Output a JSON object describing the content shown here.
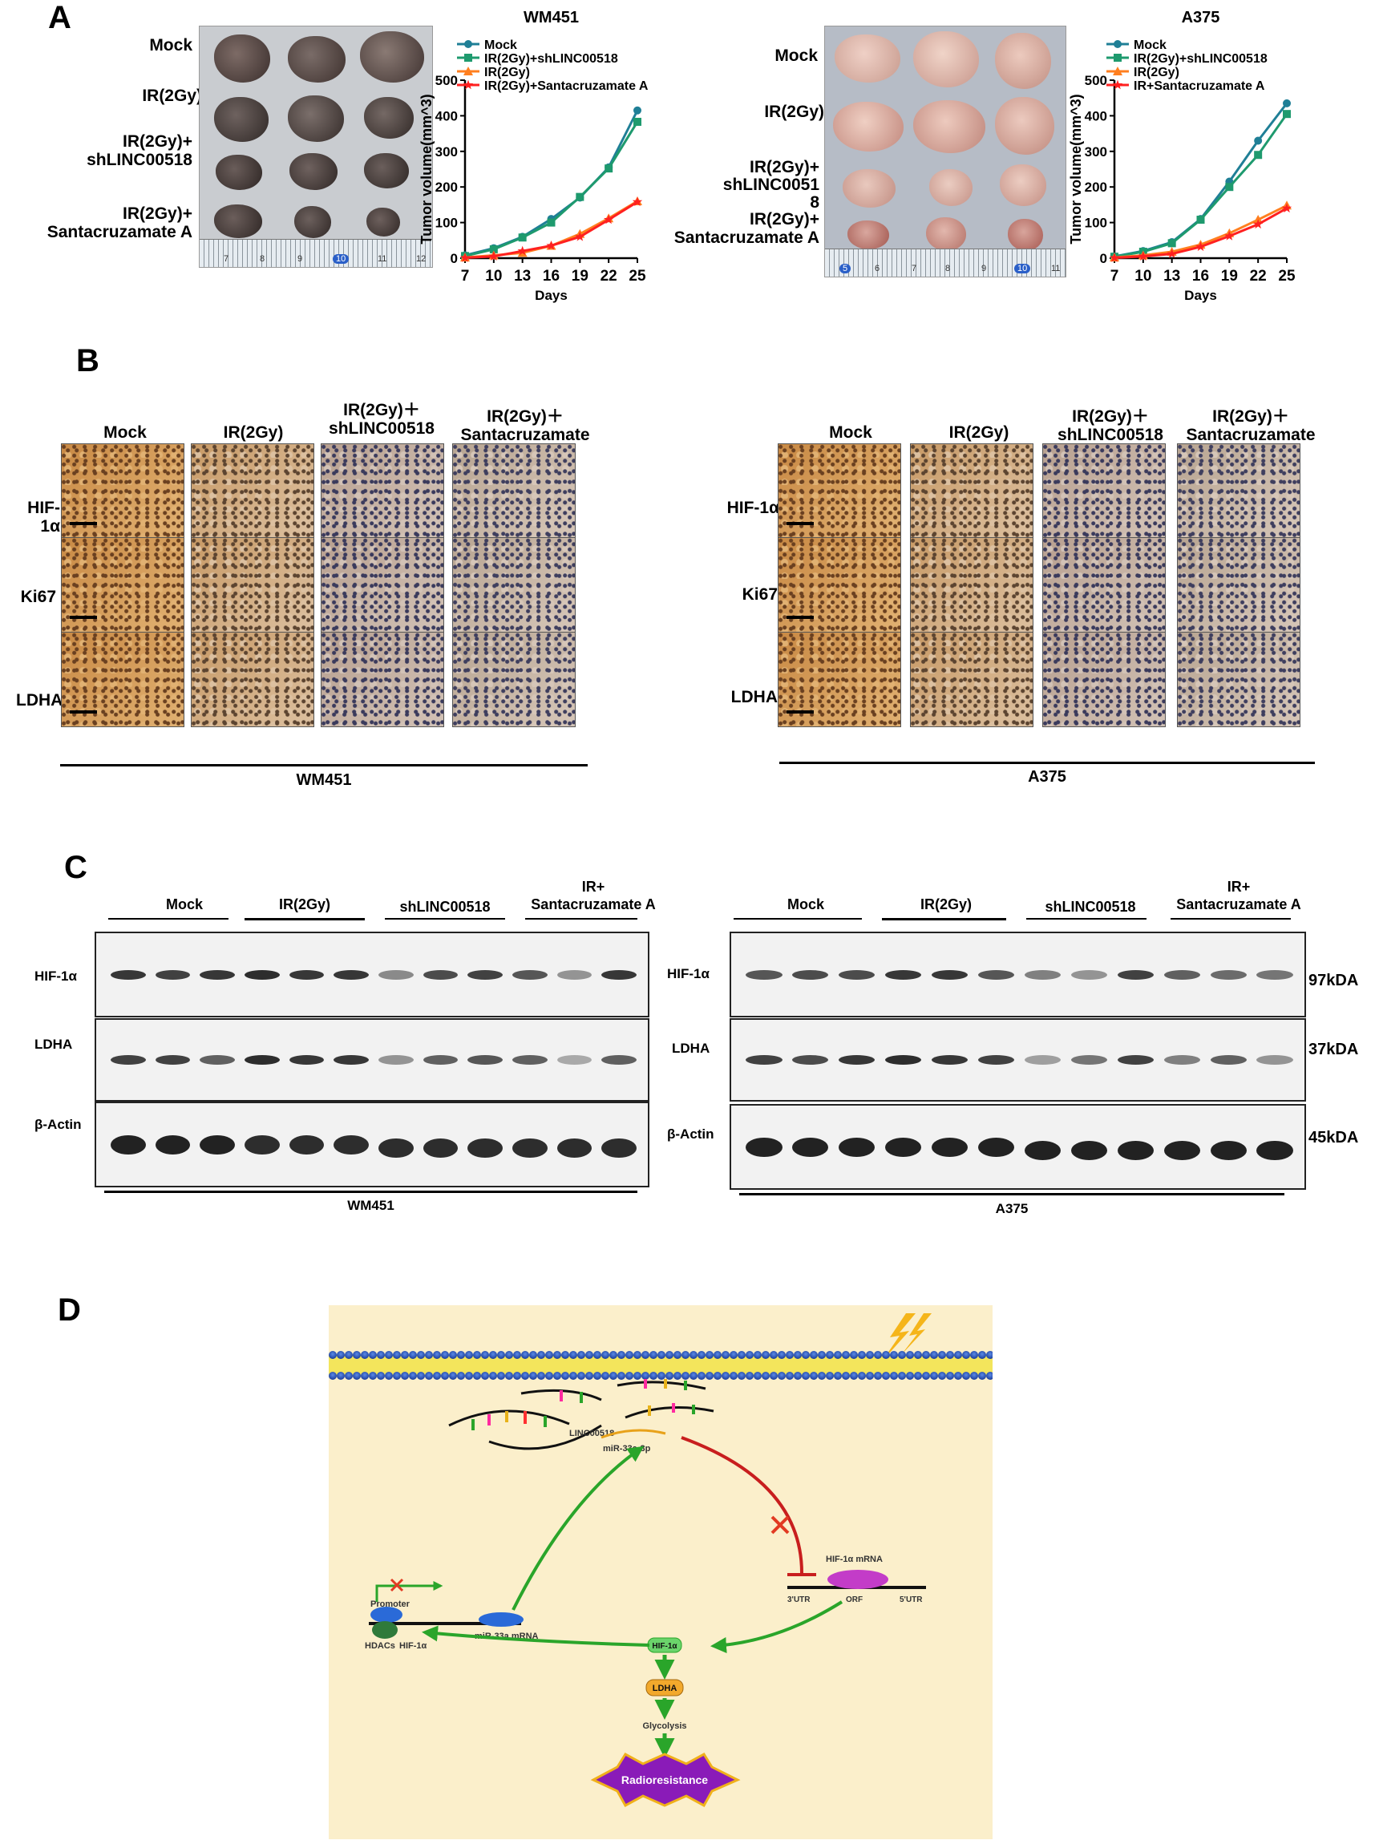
{
  "panels": {
    "a": "A",
    "b": "B",
    "c": "C",
    "d": "D"
  },
  "panel_a": {
    "wm451_rows": [
      "Mock",
      "IR(2Gy)",
      "IR(2Gy)+\nshLINC00518",
      "IR(2Gy)+\nSantacruzamate A"
    ],
    "a375_rows": [
      "Mock",
      "IR(2Gy)",
      "IR(2Gy)+\nshLINC0051\n8",
      "IR(2Gy)+\nSantacruzamate A"
    ],
    "wm451_ruler": [
      "7",
      "8",
      "9",
      "10",
      "11",
      "12"
    ],
    "a375_ruler": [
      "5",
      "6",
      "7",
      "8",
      "9",
      "10",
      "11"
    ]
  },
  "chart_data": [
    {
      "type": "line",
      "title": "WM451",
      "xlabel": "Days",
      "ylabel": "Tumor volume(mm^3)",
      "x": [
        7,
        10,
        13,
        16,
        19,
        22,
        25
      ],
      "xlim": [
        7,
        25
      ],
      "ylim": [
        0,
        500
      ],
      "yticks": [
        0,
        100,
        200,
        300,
        400,
        500
      ],
      "legend_position": "top-left",
      "series": [
        {
          "name": "Mock",
          "color": "#1f7f96",
          "marker": "circle",
          "values": [
            8,
            28,
            60,
            110,
            170,
            255,
            415
          ]
        },
        {
          "name": "IR(2Gy)+shLINC00518",
          "color": "#1e9a6e",
          "marker": "square",
          "values": [
            6,
            25,
            58,
            100,
            172,
            252,
            383
          ]
        },
        {
          "name": "IR(2Gy)",
          "color": "#ff7f1f",
          "marker": "triangle",
          "values": [
            2,
            8,
            15,
            35,
            68,
            112,
            160
          ]
        },
        {
          "name": "IR(2Gy)+Santacruzamate A",
          "color": "#ff2020",
          "marker": "star",
          "values": [
            1,
            5,
            20,
            35,
            60,
            108,
            158
          ]
        }
      ]
    },
    {
      "type": "line",
      "title": "A375",
      "xlabel": "Days",
      "ylabel": "Tumor volume(mm^3)",
      "x": [
        7,
        10,
        13,
        16,
        19,
        22,
        25
      ],
      "xlim": [
        7,
        25
      ],
      "ylim": [
        0,
        500
      ],
      "yticks": [
        0,
        100,
        200,
        300,
        400,
        500
      ],
      "legend_position": "top-left",
      "series": [
        {
          "name": "Mock",
          "color": "#1f7f96",
          "marker": "circle",
          "values": [
            5,
            20,
            45,
            110,
            215,
            330,
            435
          ]
        },
        {
          "name": "IR(2Gy)+shLINC00518",
          "color": "#1e9a6e",
          "marker": "square",
          "values": [
            4,
            18,
            42,
            108,
            200,
            290,
            405
          ]
        },
        {
          "name": "IR(2Gy)",
          "color": "#ff7f1f",
          "marker": "triangle",
          "values": [
            2,
            8,
            18,
            38,
            70,
            108,
            148
          ]
        },
        {
          "name": "IR+Santacruzamate A",
          "color": "#ff2020",
          "marker": "star",
          "values": [
            1,
            5,
            12,
            32,
            62,
            95,
            140
          ]
        }
      ]
    }
  ],
  "panel_b": {
    "columns": [
      "Mock",
      "IR(2Gy)",
      "IR(2Gy)＋\nshLINC00518",
      "IR(2Gy)＋\nSantacruzamate"
    ],
    "rows": [
      "HIF-1α",
      "Ki67",
      "LDHA"
    ],
    "left_cell_line": "WM451",
    "right_cell_line": "A375"
  },
  "panel_c": {
    "groups": [
      "Mock",
      "IR(2Gy)",
      "shLINC00518",
      "IR+\nSantacruzamate A"
    ],
    "proteins": [
      "HIF-1α",
      "LDHA",
      "β-Actin"
    ],
    "sizes": [
      "97kDA",
      "37kDA",
      "45kDA"
    ],
    "left_cell_line": "WM451",
    "right_cell_line": "A375",
    "band_intensity": {
      "wm451_hif": [
        0.9,
        0.85,
        0.9,
        0.95,
        0.9,
        0.9,
        0.5,
        0.8,
        0.85,
        0.75,
        0.45,
        0.9
      ],
      "wm451_ldha": [
        0.85,
        0.85,
        0.7,
        0.95,
        0.9,
        0.9,
        0.45,
        0.7,
        0.75,
        0.7,
        0.35,
        0.7
      ],
      "wm451_actin": [
        1,
        1,
        1,
        0.95,
        0.95,
        0.95,
        0.95,
        0.95,
        0.95,
        0.95,
        0.95,
        0.95
      ],
      "a375_hif": [
        0.75,
        0.8,
        0.8,
        0.9,
        0.9,
        0.75,
        0.55,
        0.45,
        0.85,
        0.7,
        0.65,
        0.6
      ],
      "a375_ldha": [
        0.85,
        0.8,
        0.9,
        0.95,
        0.9,
        0.85,
        0.4,
        0.6,
        0.85,
        0.55,
        0.7,
        0.45
      ],
      "a375_actin": [
        1,
        1,
        1,
        1,
        1,
        1,
        1,
        1,
        1,
        1,
        1,
        1
      ]
    }
  },
  "panel_d": {
    "lincrna": "LINC00518",
    "mirna": "miR-33a-3p",
    "promoter": "Promoter",
    "hdacs": "HDACs",
    "hif_factor": "HIF-1α",
    "mir_mrna": "miR-33a mRNA",
    "hif_mrna": "HIF-1α  mRNA",
    "utr3": "3'UTR",
    "orf": "ORF",
    "utr5": "5'UTR",
    "hif_node": "HIF-1α",
    "ldha": "LDHA",
    "glycolysis": "Glycolysis",
    "outcome": "Radioresistance"
  }
}
